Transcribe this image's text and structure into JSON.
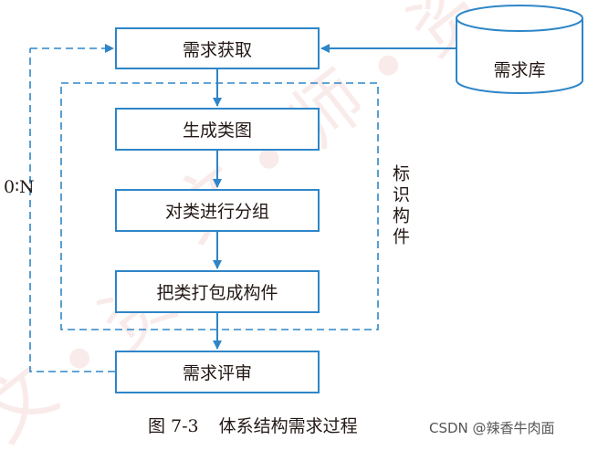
{
  "diagram": {
    "nodes": {
      "acquire": "需求获取",
      "library": "需求库",
      "class_diagram": "生成类图",
      "grouping": "对类进行分组",
      "packaging": "把类打包成构件",
      "review": "需求评审"
    },
    "group_label": "标识构件",
    "loop_label": "0∶N"
  },
  "caption": {
    "number": "图 7-3",
    "title": "体系结构需求过程"
  },
  "credit": "CSDN @辣香牛肉面",
  "colors": {
    "line": "#2e86c8",
    "text": "#231815",
    "watermark": "#e06a6a"
  }
}
